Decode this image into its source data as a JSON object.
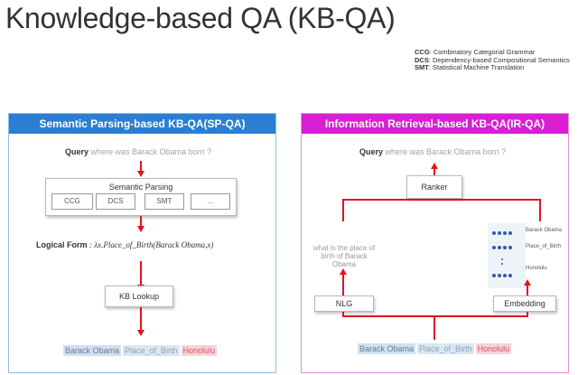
{
  "title": "Knowledge-based QA (KB-QA)",
  "legend": [
    {
      "abbr": "CCG",
      "text": ": Combinatory Categorial Grammar"
    },
    {
      "abbr": "DCS",
      "text": ": Dependency-based Compositional Semantics"
    },
    {
      "abbr": "SMT",
      "text": ": Statistical Machine Translation"
    }
  ],
  "left_panel": {
    "header": "Semantic Parsing-based KB-QA(SP-QA)",
    "query_label": "Query",
    "query_text": "where was Barack Obama born ?",
    "semantic_parsing_label": "Semantic Parsing",
    "methods": [
      "CCG",
      "DCS",
      "SMT",
      "..."
    ],
    "logical_form_label": "Logical Form",
    "logical_form_text": ": λx.Place_of_Birth(Barack Obama,x)",
    "kb_lookup_label": "KB Lookup",
    "answer": [
      "Barack Obama",
      "Place_of_Birth",
      "Honolulu"
    ]
  },
  "right_panel": {
    "header": "Information Retrieval-based KB-QA(IR-QA)",
    "query_label": "Query",
    "query_text": "where was Barack Obama born ?",
    "ranker_label": "Ranker",
    "nlg_text": "what is the place of birth of Barack Obama",
    "nlg_label": "NLG",
    "embedding_label": "Embedding",
    "embedding_items": [
      "Barack Obama",
      "Place_of_Birth",
      "Honolulu"
    ],
    "answer": [
      "Barack Obama",
      "Place_of_Birth",
      "Honolulu"
    ]
  },
  "colors": {
    "left_header": "#2a7fd3",
    "right_header": "#d91ed3",
    "arrow": "#e0141e"
  }
}
